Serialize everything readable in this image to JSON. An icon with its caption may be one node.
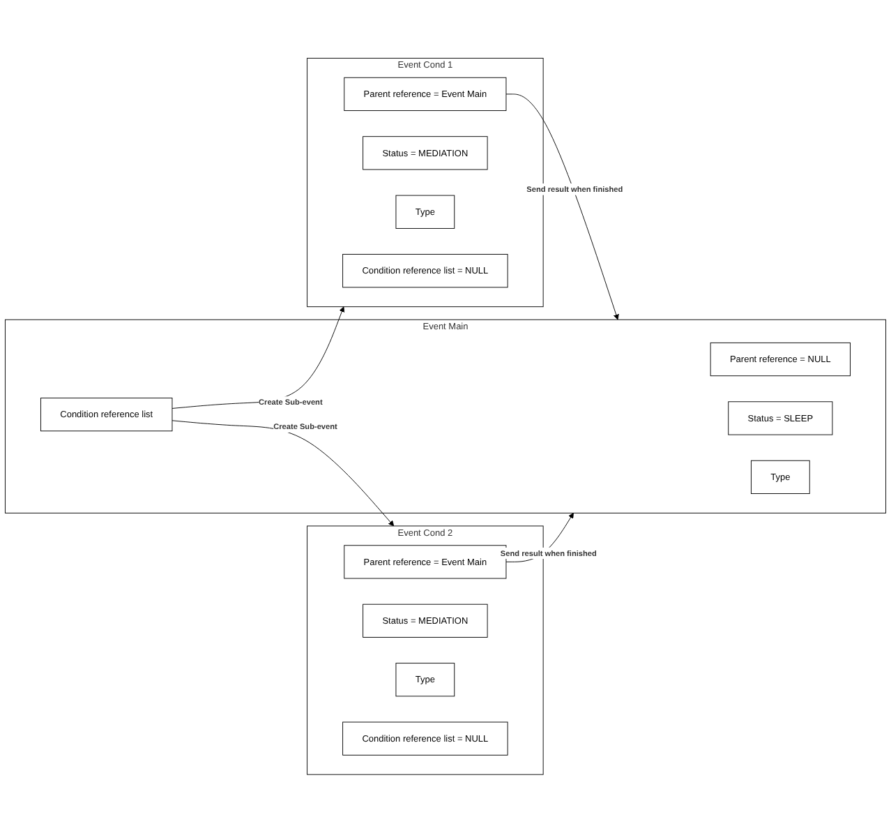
{
  "diagram": {
    "nodes": [
      {
        "text": [
          "Event Main"
        ]
      },
      {
        "text": [
          "Parent reference = NULL"
        ],
        "in": 0
      },
      {
        "text": [
          "Status = SLEEP"
        ],
        "in": 0
      },
      {
        "text": [
          "Type"
        ],
        "in": 0
      },
      {
        "text": [
          "Condition reference list"
        ],
        "in": 0
      },
      {
        "text": [
          "Event Cond 1"
        ]
      },
      {
        "text": [
          "Parent reference = Event Main"
        ],
        "in": 5
      },
      {
        "text": [
          "Status = MEDIATION"
        ],
        "in": 5
      },
      {
        "text": [
          "Type"
        ],
        "in": 5
      },
      {
        "text": [
          "Condition reference list = NULL"
        ],
        "in": 5
      },
      {
        "text": [
          "Event Cond 2"
        ]
      },
      {
        "text": [
          "Parent reference = Event Main"
        ],
        "in": 10
      },
      {
        "text": [
          "Status = MEDIATION"
        ],
        "in": 10
      },
      {
        "text": [
          "Type"
        ],
        "in": 10
      },
      {
        "text": [
          "Condition reference list = NULL"
        ],
        "in": 10
      }
    ],
    "edges": [
      {
        "from": 6,
        "to": 0,
        "arrow": "to",
        "label": "Send result when finished"
      },
      {
        "from": 4,
        "to": 5,
        "arrow": "to",
        "label": "Create Sub-event"
      },
      {
        "from": 4,
        "to": 10,
        "arrow": "to",
        "label": "Create Sub-event"
      },
      {
        "from": 11,
        "to": 0,
        "arrow": "to",
        "label": "Send result when finished"
      }
    ]
  }
}
